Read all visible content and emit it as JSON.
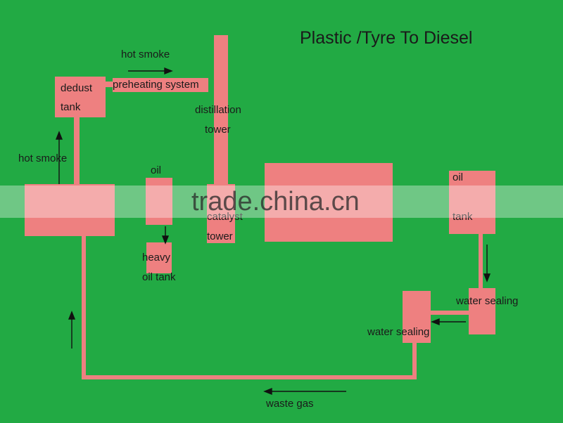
{
  "title": "Plastic /Tyre  To Diesel",
  "labels": {
    "hot_smoke_top": "hot smoke",
    "hot_smoke_left": "hot smoke",
    "dedust_line1": "dedust",
    "dedust_line2": "tank",
    "preheating": "preheating system",
    "distillation_line1": "distillation",
    "distillation_line2": "tower",
    "oil_small": "oil",
    "heavy_line1": "heavy",
    "heavy_line2": "oil tank",
    "catalyst_line1": "catalyst",
    "catalyst_line2": "tower",
    "oil_tank_line1": "oil",
    "oil_tank_line2": "tank",
    "water_sealing_right": "water sealing",
    "water_sealing_left": "water sealing",
    "waste_gas": "waste gas"
  },
  "watermark": "trade.china.cn",
  "colors": {
    "background": "#22aa44",
    "component": "#ee8080",
    "arrow": "#111111"
  }
}
